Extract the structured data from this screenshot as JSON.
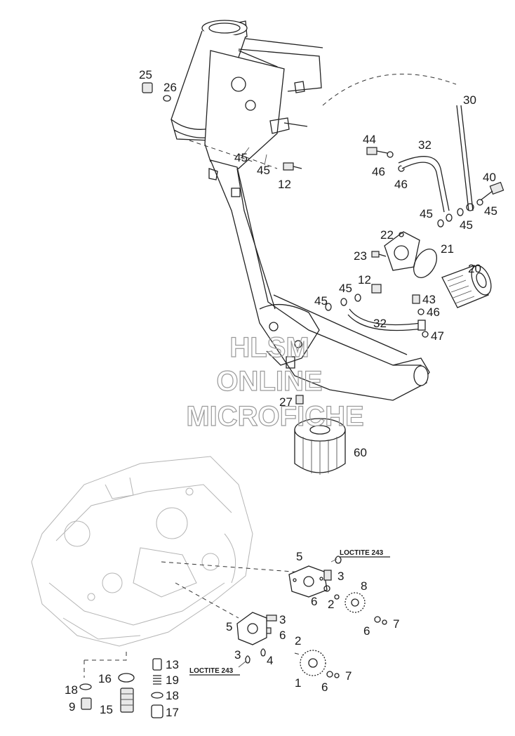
{
  "watermark": {
    "line1": "HLSM",
    "line2": "ONLINE",
    "line3": "MICROFICHE"
  },
  "callouts": {
    "c25": "25",
    "c26": "26",
    "c30": "30",
    "c44": "44",
    "c32a": "32",
    "c45a": "45",
    "c45b": "45",
    "c46a": "46",
    "c46b": "46",
    "c40": "40",
    "c12a": "12",
    "c45c": "45",
    "c45d": "45",
    "c45e": "45",
    "c22": "22",
    "c21": "21",
    "c23": "23",
    "c20": "20",
    "c12b": "12",
    "c45f": "45",
    "c45g": "45",
    "c43": "43",
    "c46c": "46",
    "c32b": "32",
    "c47": "47",
    "c27": "27",
    "c60": "60",
    "c5a": "5",
    "c3a": "3",
    "c8": "8",
    "c6a": "6",
    "c2a": "2",
    "c6b": "6",
    "c7a": "7",
    "c5b": "5",
    "c3b": "3",
    "c6c": "6",
    "c3c": "3",
    "c4": "4",
    "c2b": "2",
    "c13": "13",
    "c16": "16",
    "c19": "19",
    "c18a": "18",
    "c18b": "18",
    "c9": "9",
    "c15": "15",
    "c17": "17",
    "c1": "1",
    "c6d": "6",
    "c7b": "7"
  },
  "notes": {
    "loctite_top": "LOCTITE 243",
    "loctite_bottom": "LOCTITE 243"
  }
}
